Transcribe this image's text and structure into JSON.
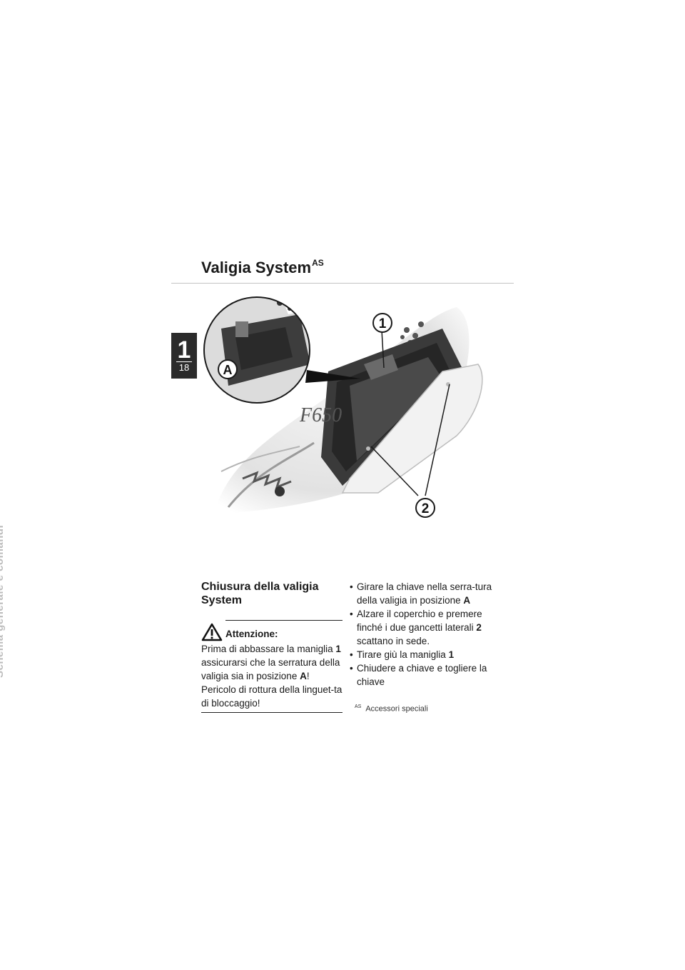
{
  "page": {
    "title": "Valigia System",
    "title_sup": "AS",
    "chapter": "1",
    "page_number": "18",
    "side_label": "Schema generale e comandi"
  },
  "figure": {
    "callout_1": "1",
    "callout_2": "2",
    "callout_a": "A"
  },
  "section": {
    "heading": "Chiusura della valigia System",
    "warning": {
      "title": "Attenzione:",
      "l1_pre": "Prima di abbassare la maniglia ",
      "l1_key": "1",
      "l1_post": " assicurarsi che la serratura della valigia sia in posizione ",
      "l1_key2": "A",
      "l1_end": "!",
      "l2": "Pericolo di rottura della linguet-ta di bloccaggio!"
    }
  },
  "steps": [
    {
      "pre": "Girare la chiave nella serra-tura della valigia in posizione ",
      "key": "A",
      "post": ""
    },
    {
      "pre": "Alzare il coperchio e premere finché i due gancetti laterali ",
      "key": "2",
      "post": " scattano in sede."
    },
    {
      "pre": "Tirare giù la maniglia ",
      "key": "1",
      "post": ""
    },
    {
      "pre": "Chiudere a chiave e togliere la chiave",
      "key": "",
      "post": ""
    }
  ],
  "footnote": {
    "sup": "AS",
    "text": "Accessori speciali"
  }
}
